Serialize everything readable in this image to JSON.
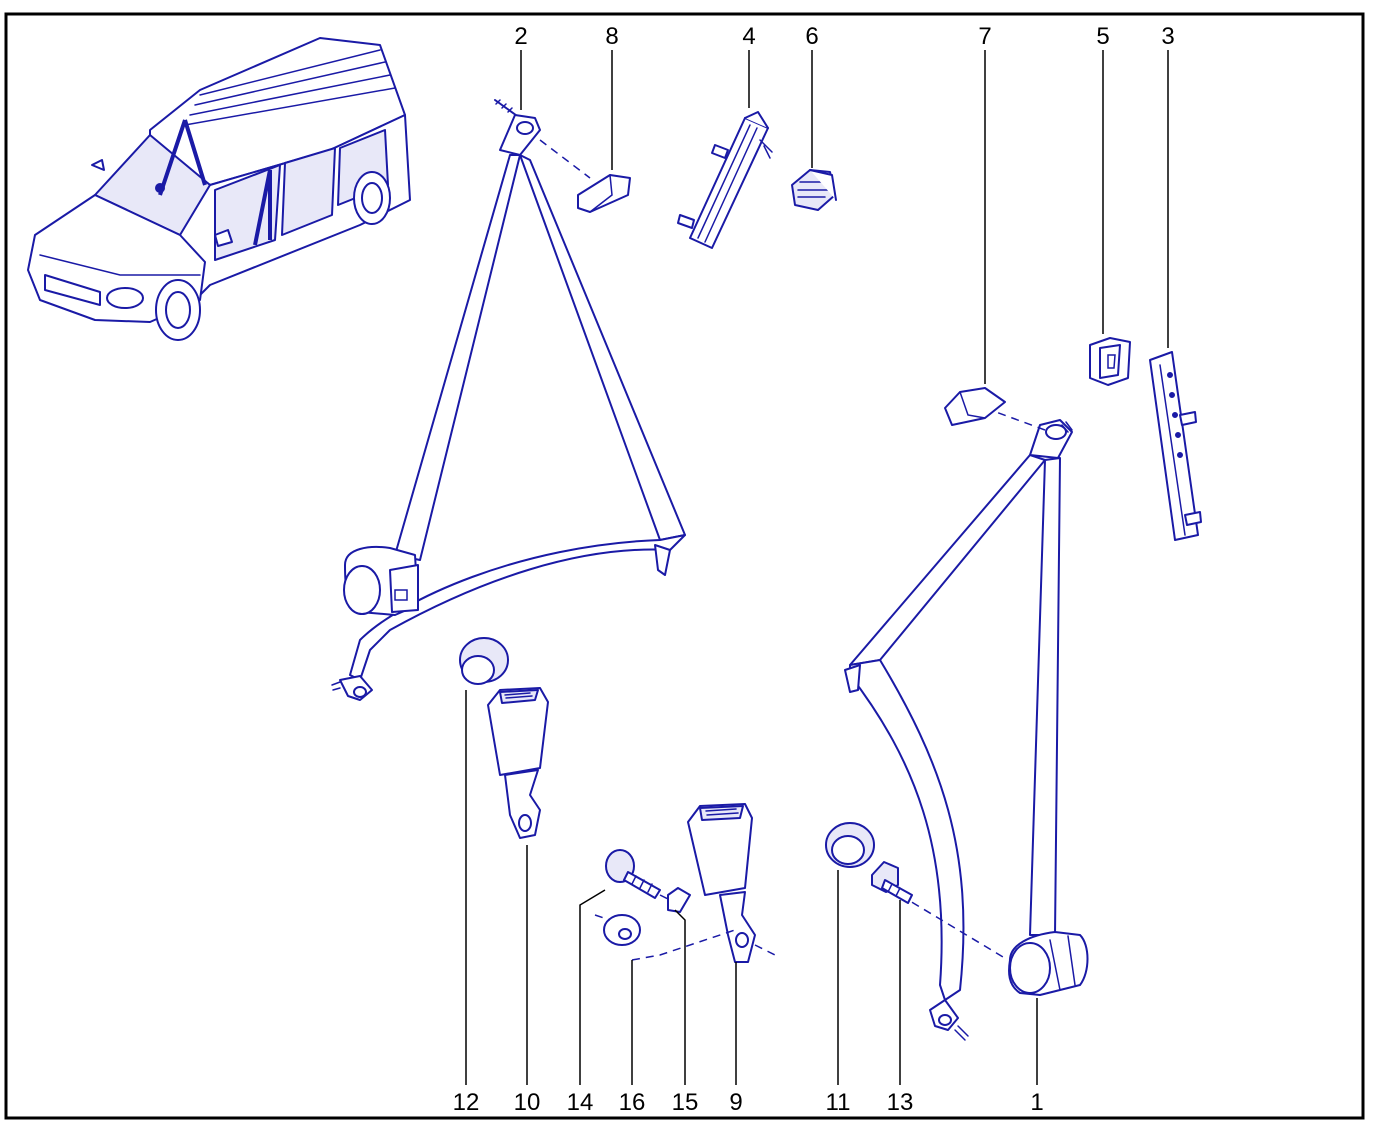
{
  "colors": {
    "line": "#1a1aa6",
    "frame": "#000000",
    "background": "#ffffff"
  },
  "callouts_top": [
    "2",
    "8",
    "4",
    "6",
    "7",
    "5",
    "3"
  ],
  "callouts_bottom": [
    "12",
    "10",
    "14",
    "16",
    "15",
    "9",
    "11",
    "13",
    "1"
  ],
  "parts": [
    "vehicle-illustration",
    "front-left-seat-belt",
    "front-right-seat-belt",
    "upper-anchor-cover",
    "height-adjuster",
    "adjuster-knob",
    "buckle",
    "bolt",
    "washer",
    "spacer",
    "cap",
    "screw"
  ]
}
